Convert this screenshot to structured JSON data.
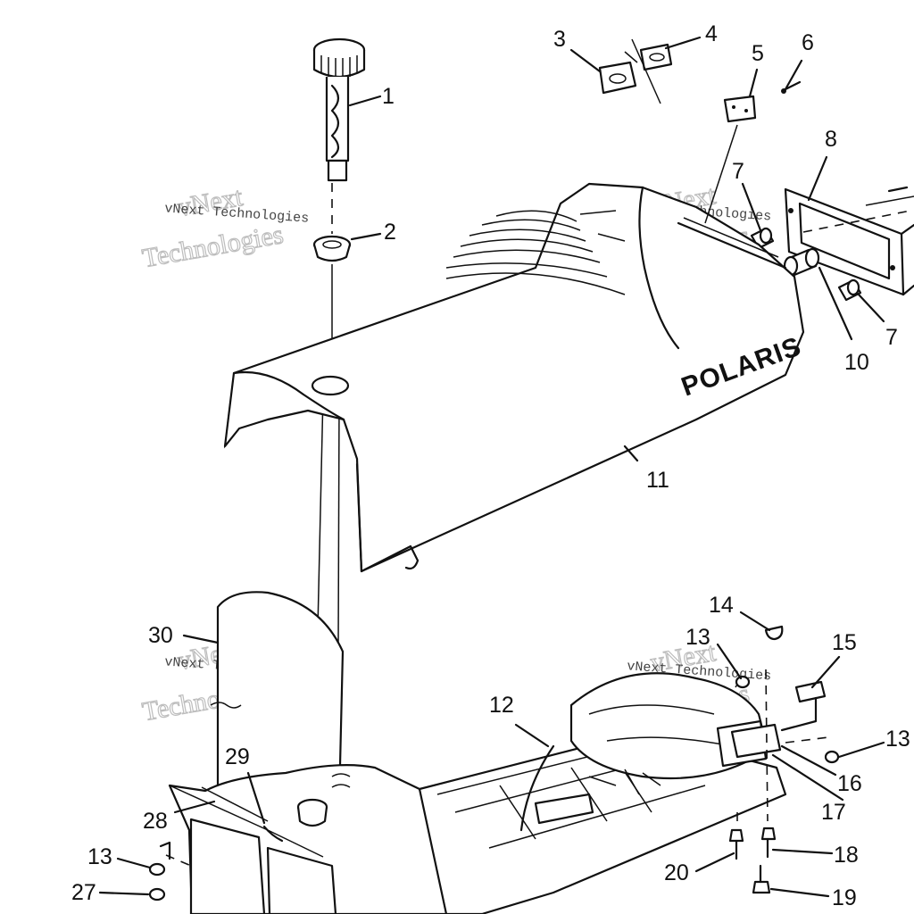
{
  "brand_text": "POLARIS",
  "watermark": {
    "big_line1": "vNext",
    "big_line2": "Technologies",
    "small": "vNext Technologies"
  },
  "callouts": [
    {
      "id": "c1",
      "label": "1"
    },
    {
      "id": "c2",
      "label": "2"
    },
    {
      "id": "c3",
      "label": "3"
    },
    {
      "id": "c4",
      "label": "4"
    },
    {
      "id": "c5",
      "label": "5"
    },
    {
      "id": "c6",
      "label": "6"
    },
    {
      "id": "c7a",
      "label": "7"
    },
    {
      "id": "c7b",
      "label": "7"
    },
    {
      "id": "c8",
      "label": "8"
    },
    {
      "id": "c10",
      "label": "10"
    },
    {
      "id": "c11",
      "label": "11"
    },
    {
      "id": "c12",
      "label": "12"
    },
    {
      "id": "c13a",
      "label": "13"
    },
    {
      "id": "c13b",
      "label": "13"
    },
    {
      "id": "c13c",
      "label": "13"
    },
    {
      "id": "c14",
      "label": "14"
    },
    {
      "id": "c15",
      "label": "15"
    },
    {
      "id": "c16",
      "label": "16"
    },
    {
      "id": "c17",
      "label": "17"
    },
    {
      "id": "c18",
      "label": "18"
    },
    {
      "id": "c19",
      "label": "19"
    },
    {
      "id": "c20",
      "label": "20"
    },
    {
      "id": "c27",
      "label": "27"
    },
    {
      "id": "c28",
      "label": "28"
    },
    {
      "id": "c29",
      "label": "29"
    },
    {
      "id": "c30",
      "label": "30"
    }
  ]
}
